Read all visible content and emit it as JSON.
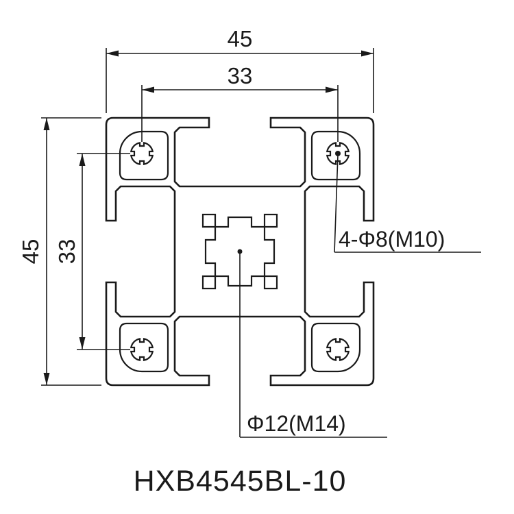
{
  "drawing": {
    "title": "HXB4545BL-10",
    "dim_width": "45",
    "dim_slot_h": "33",
    "dim_height": "45",
    "dim_slot_v": "33",
    "label_corner_holes": "4-Φ8(M10)",
    "label_center_hole": "Φ12(M14)",
    "line_color": "#1a1a1a",
    "background_color": "#ffffff"
  }
}
